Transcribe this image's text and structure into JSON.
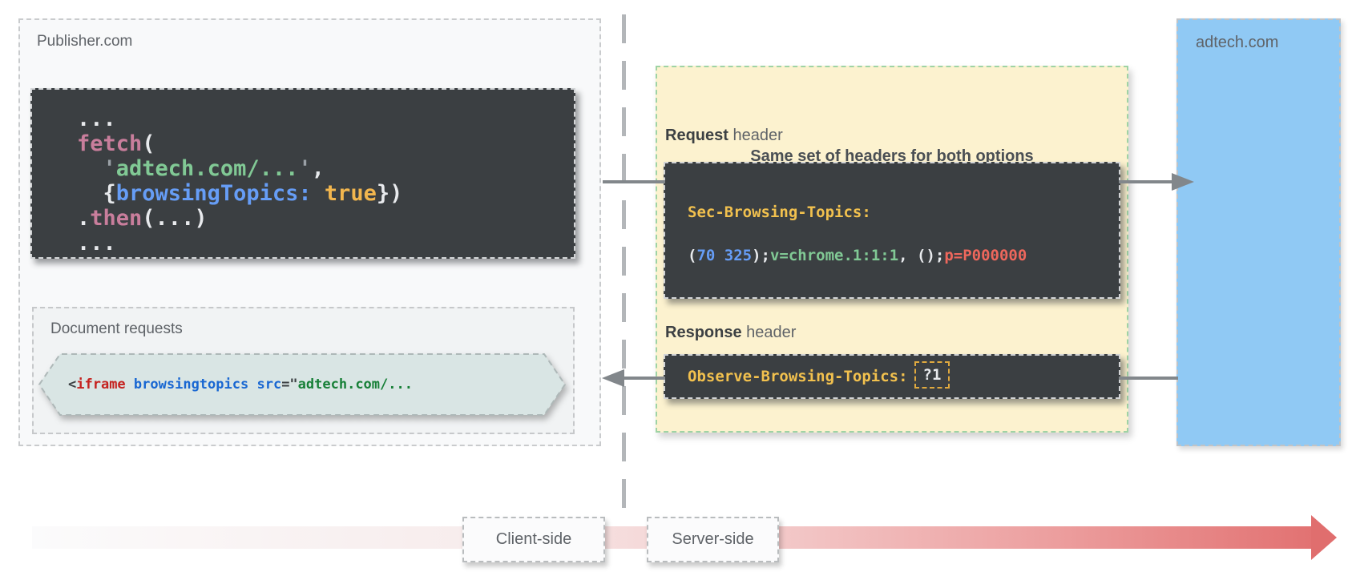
{
  "publisher": {
    "label": "Publisher.com",
    "fetch_code_lines": [
      [
        {
          "t": "...",
          "c": "w"
        }
      ],
      [
        {
          "t": "fetch",
          "c": "pink"
        },
        {
          "t": "(",
          "c": "w"
        }
      ],
      [
        {
          "t": "  ",
          "c": "w"
        },
        {
          "t": "'",
          "c": "q"
        },
        {
          "t": "adtech.com/...",
          "c": "green"
        },
        {
          "t": "'",
          "c": "q"
        },
        {
          "t": ",",
          "c": "w"
        }
      ],
      [
        {
          "t": "  {",
          "c": "w"
        },
        {
          "t": "browsingTopics:",
          "c": "blue"
        },
        {
          "t": " ",
          "c": "w"
        },
        {
          "t": "true",
          "c": "amber"
        },
        {
          "t": "})",
          "c": "w"
        }
      ],
      [
        {
          "t": ".",
          "c": "w"
        },
        {
          "t": "then",
          "c": "pink"
        },
        {
          "t": "(...)",
          "c": "w"
        }
      ],
      [
        {
          "t": "...",
          "c": "w"
        }
      ]
    ],
    "document_requests": {
      "label": "Document requests",
      "iframe_code_line": [
        {
          "t": "<",
          "c": "dark"
        },
        {
          "t": "iframe",
          "c": "redDark"
        },
        {
          "t": " ",
          "c": "dark"
        },
        {
          "t": "browsingtopics",
          "c": "blueDark"
        },
        {
          "t": " ",
          "c": "dark"
        },
        {
          "t": "src",
          "c": "blueDark"
        },
        {
          "t": "=\"",
          "c": "dark"
        },
        {
          "t": "adtech.com/...",
          "c": "greenDark"
        }
      ]
    }
  },
  "headers_panel": {
    "title": "Same set of headers for both options",
    "request": {
      "label_bold": "Request",
      "label_rest": " header",
      "code_lines": [
        [
          {
            "t": "Sec-Browsing-Topics:",
            "c": "yellow"
          }
        ],
        [
          {
            "t": "(",
            "c": "w"
          },
          {
            "t": "70 325",
            "c": "blue"
          },
          {
            "t": ");",
            "c": "w"
          },
          {
            "t": "v=chrome.1:1:1",
            "c": "green"
          },
          {
            "t": ", ();",
            "c": "w"
          },
          {
            "t": "p=P000000",
            "c": "red"
          }
        ]
      ]
    },
    "response": {
      "label_bold": "Response",
      "label_rest": " header",
      "code_line": [
        {
          "t": "Observe-Browsing-Topics:",
          "c": "yellow"
        },
        {
          "t": "?1",
          "c": "w",
          "boxed": true
        }
      ]
    }
  },
  "adtech": {
    "label": "adtech.com"
  },
  "timeline": {
    "client_label": "Client-side",
    "server_label": "Server-side"
  },
  "colors": {
    "publisher_panel_bg": "#f8f9fa",
    "document_requests_bg": "#f1f3f4",
    "code_block_bg": "#3b3f42",
    "headers_panel_bg": "#fcf2cf",
    "headers_panel_border_green": "#9fd3a4",
    "adtech_panel_blue": "#90c9f4",
    "hexagon_bg": "#d9e5e4",
    "arrow_gray": "#82878b",
    "timeline_arrow_red": "#e06e6e",
    "token_yellow": "#f2c14e",
    "token_blue": "#669df6",
    "token_green": "#81c995",
    "token_red": "#ee675c",
    "token_pink": "#c97e9c",
    "token_white": "#e8eaed",
    "iframe_tag_red": "#c5221f",
    "iframe_attr_blue": "#1967d2",
    "iframe_string_green": "#188038"
  }
}
